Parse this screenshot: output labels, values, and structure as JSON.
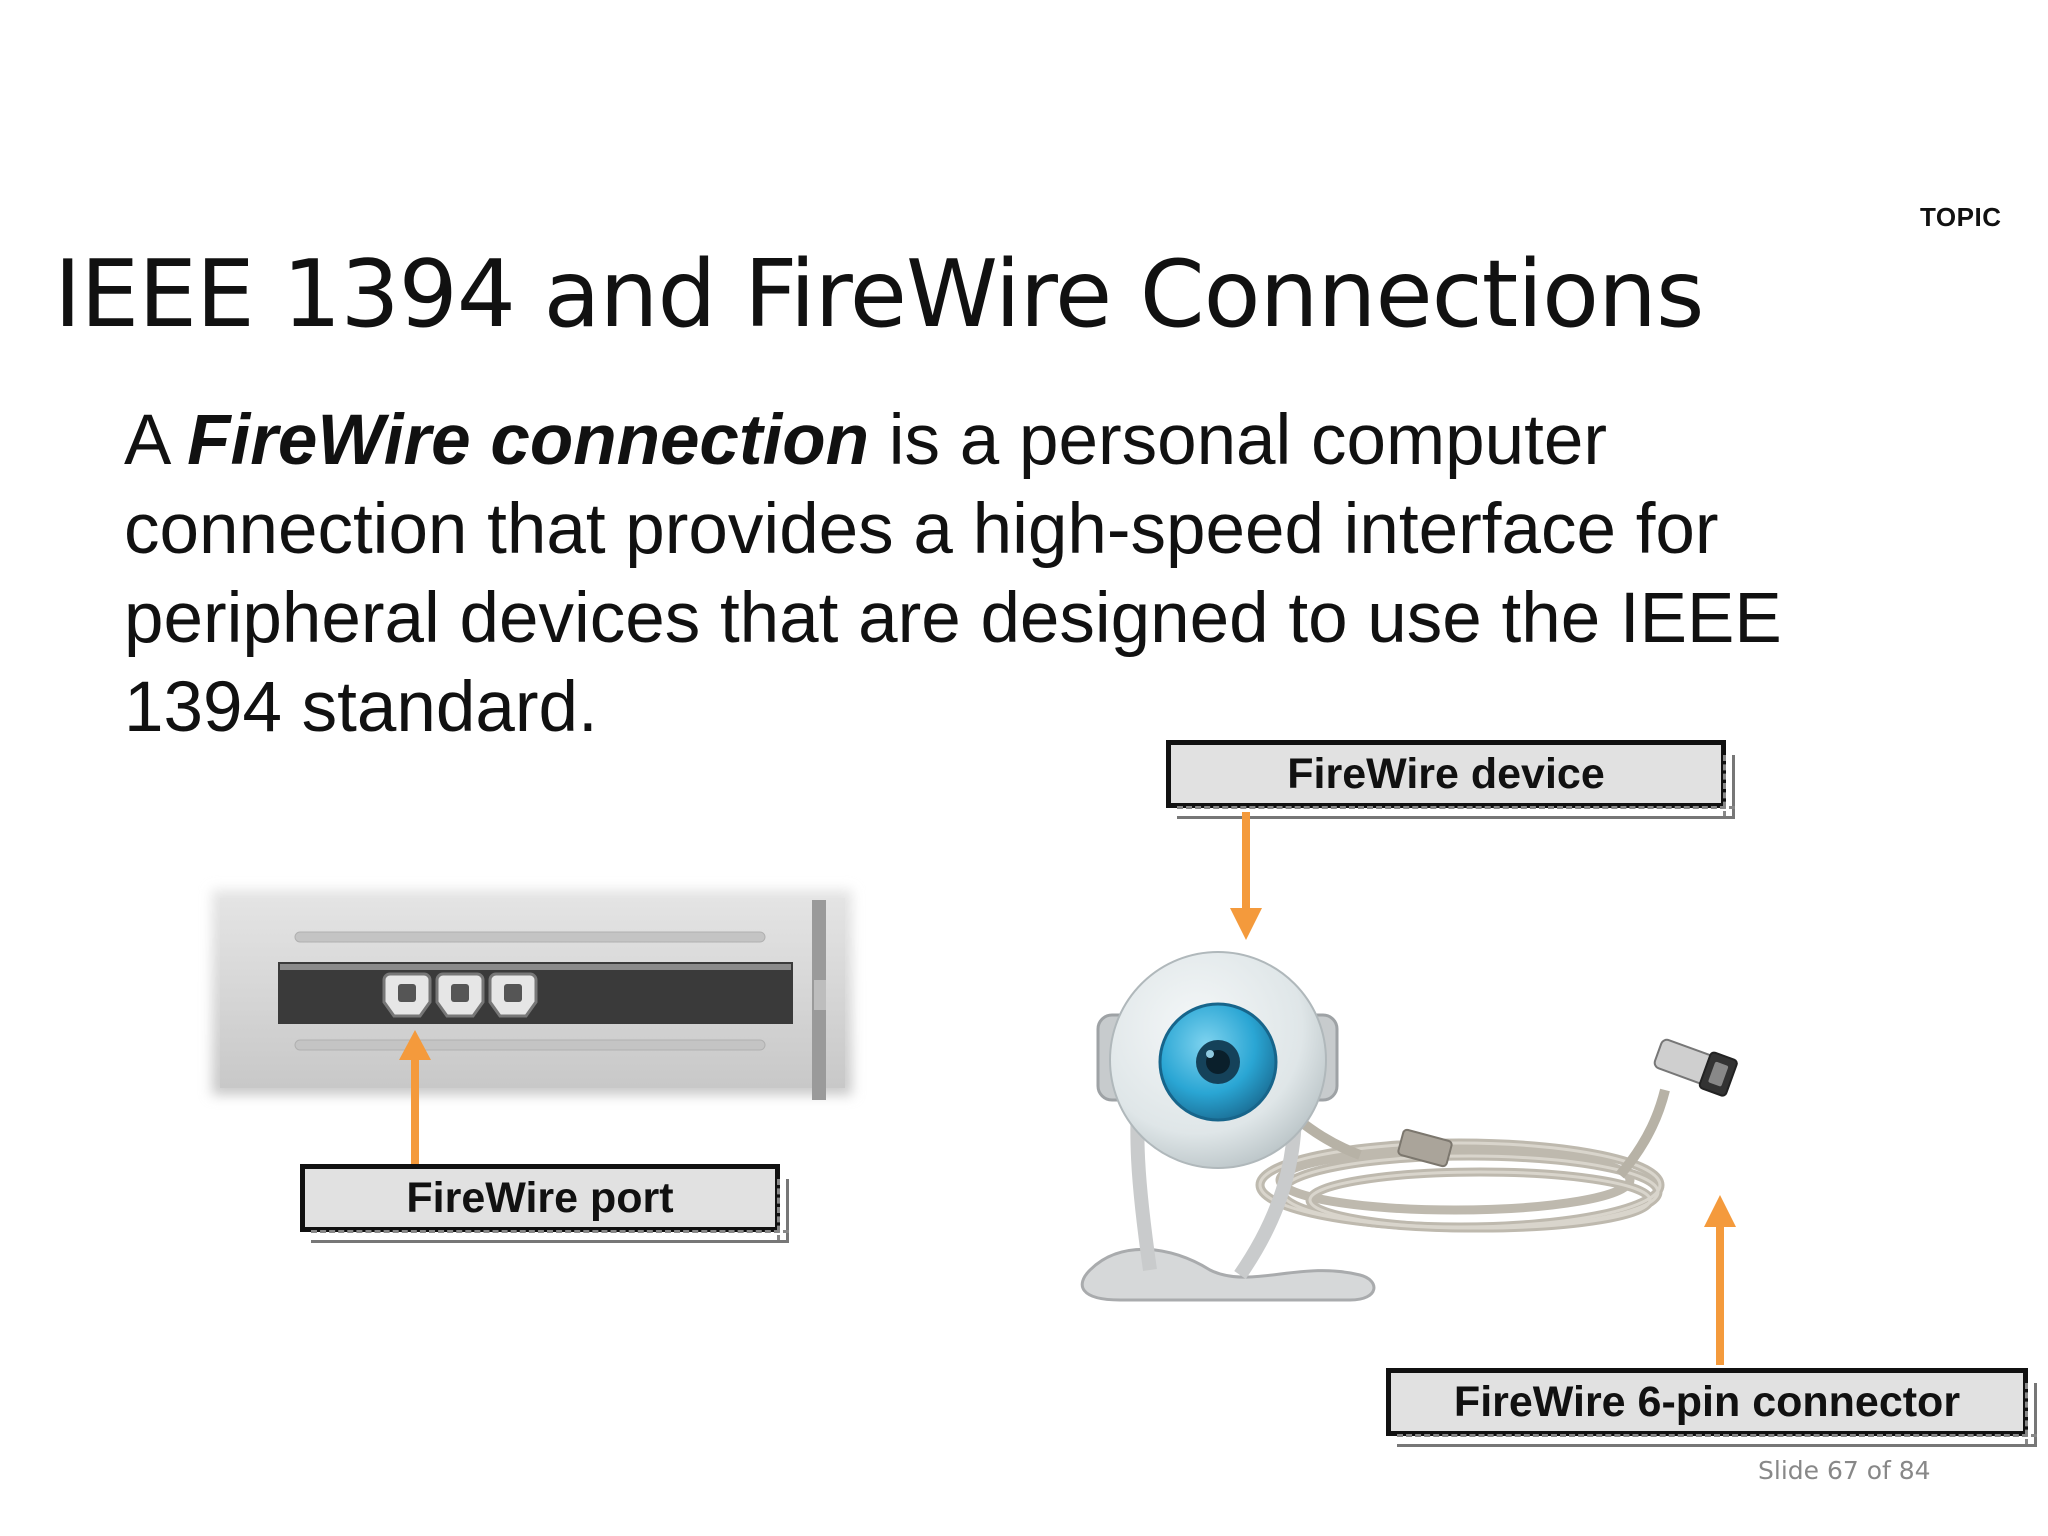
{
  "slide": {
    "topic_label": "TOPIC",
    "title": "IEEE 1394 and FireWire Connections",
    "body": {
      "prefix": "A ",
      "term": "FireWire connection",
      "rest": " is a personal computer connection that provides a high-speed interface for peripheral devices that are designed to use the IEEE 1394 standard."
    },
    "callouts": {
      "port": "FireWire port",
      "device": "FireWire device",
      "connector": "FireWire 6-pin connector"
    },
    "slide_number": "Slide 67 of 84"
  },
  "colors": {
    "arrow": "#f49a3c",
    "callout_fill": "#e1e1e1",
    "webcam_blue": "#2aa6d4"
  },
  "icons": [
    "firewire-port-photo",
    "webcam-photo",
    "firewire-cable-photo"
  ]
}
